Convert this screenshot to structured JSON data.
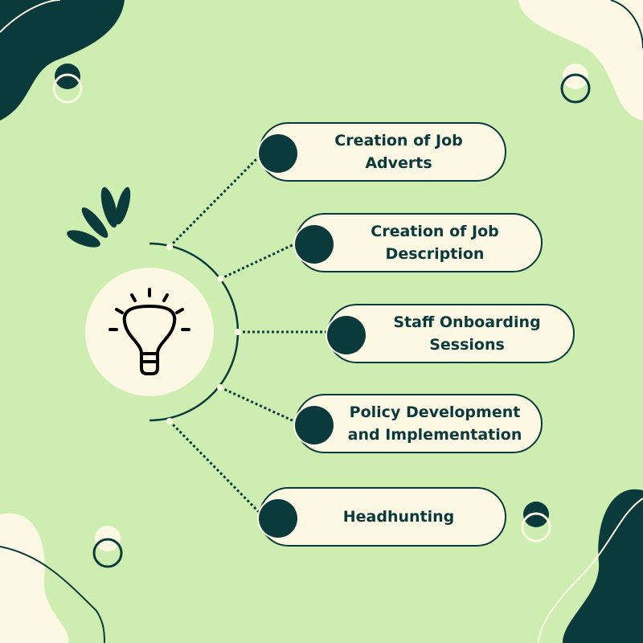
{
  "colors": {
    "background": "#cdeeb0",
    "dark": "#0a3a3c",
    "cream": "#fcf8e3"
  },
  "center_icon": "lightbulb-icon",
  "items": [
    {
      "label": "Creation of Job Adverts"
    },
    {
      "label": "Creation of Job Description"
    },
    {
      "label": "Staff Onboarding Sessions"
    },
    {
      "label": "Policy Development and Implementation"
    },
    {
      "label": "Headhunting"
    }
  ]
}
